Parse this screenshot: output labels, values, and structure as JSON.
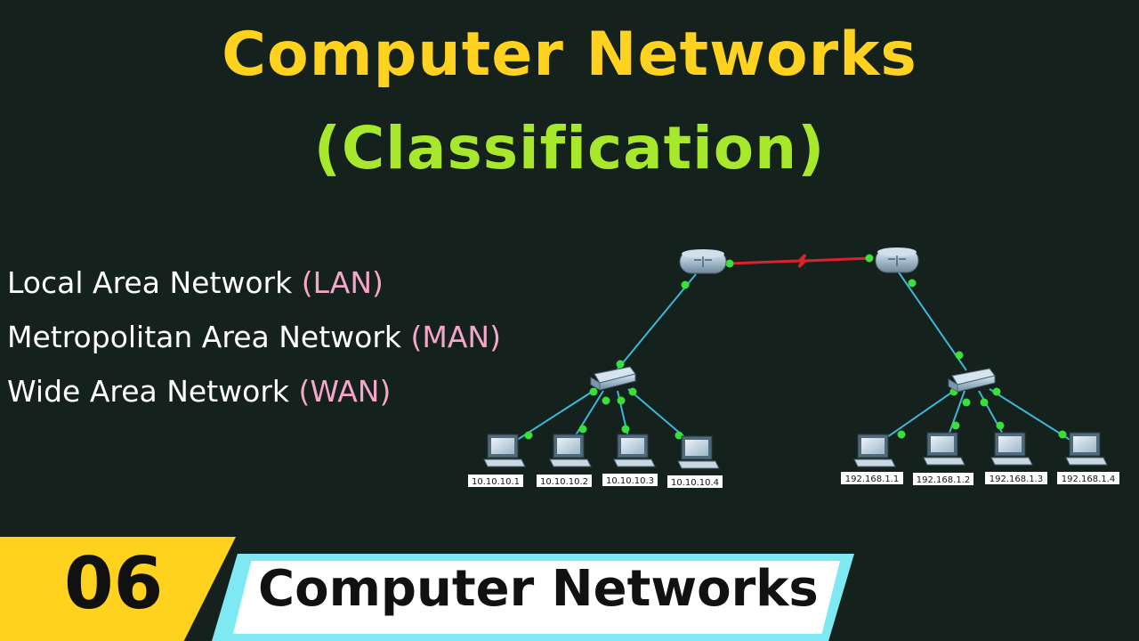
{
  "title": {
    "main": "Computer Networks",
    "sub": "(Classification)"
  },
  "types": [
    {
      "name": "Local Area Network",
      "abbr": "(LAN)"
    },
    {
      "name": "Metropolitan Area Network",
      "abbr": "(MAN)"
    },
    {
      "name": "Wide Area Network",
      "abbr": "(WAN)"
    }
  ],
  "diagram": {
    "lan1_hosts": [
      "10.10.10.1",
      "10.10.10.2",
      "10.10.10.3",
      "10.10.10.4"
    ],
    "lan2_hosts": [
      "192.168.1.1",
      "192.168.1.2",
      "192.168.1.3",
      "192.168.1.4"
    ],
    "colors": {
      "wan_link": "#e0202a",
      "lan_link": "#3fb6d6",
      "port_dot": "#39e03a"
    }
  },
  "footer": {
    "episode": "06",
    "series": "Computer Networks"
  },
  "colors": {
    "title_main": "#ffd21f",
    "title_sub": "#a8e82c",
    "abbr": "#f4a6c8",
    "badge": "#ffd21f",
    "series_border": "#7fe9f3"
  }
}
